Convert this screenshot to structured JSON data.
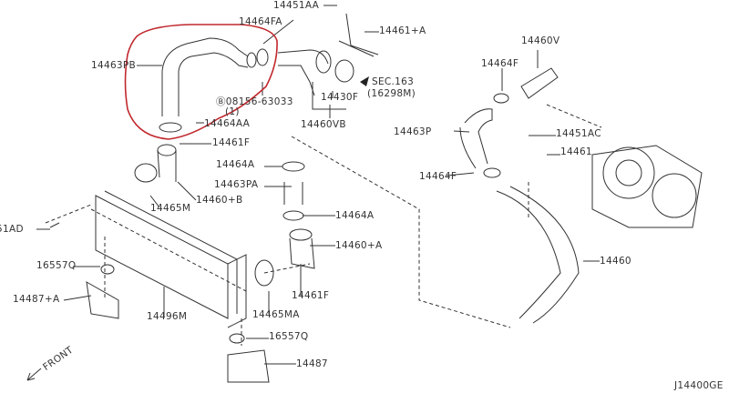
{
  "labels": {
    "p14451AA": "14451AA",
    "p14464FA": "14464FA",
    "p14461_A": "14461+A",
    "p14460V": "14460V",
    "p14463PB": "14463PB",
    "p14464F_top": "14464F",
    "sec": "SEC.163",
    "sec_sub": "(16298M)",
    "bolt": "Ⓑ08156-63033",
    "bolt_qty": "(1)",
    "p14430F": "14430F",
    "p14463P": "14463P",
    "p14451AC": "14451AC",
    "p14464AA": "14464AA",
    "p14460VB": "14460VB",
    "p14461F_top": "14461F",
    "p14461": "14461",
    "p14464A_top": "14464A",
    "p14464F_bottom": "14464F",
    "p14463PA": "14463PA",
    "p14465M": "14465M",
    "p14460_B": "14460+B",
    "p14464A_bottom": "14464A",
    "p51AD": "51AD",
    "p14460_A": "14460+A",
    "p14460": "14460",
    "p16557Q_left": "16557Q",
    "p14487_A": "14487+A",
    "p14461F_bottom": "14461F",
    "p14496M": "14496M",
    "p14465MA": "14465MA",
    "p16557Q_right": "16557Q",
    "p14487": "14487",
    "front": "FRONT",
    "diagram_code": "J14400GE"
  },
  "colors": {
    "highlight": "#c0282d",
    "line": "#333333"
  }
}
